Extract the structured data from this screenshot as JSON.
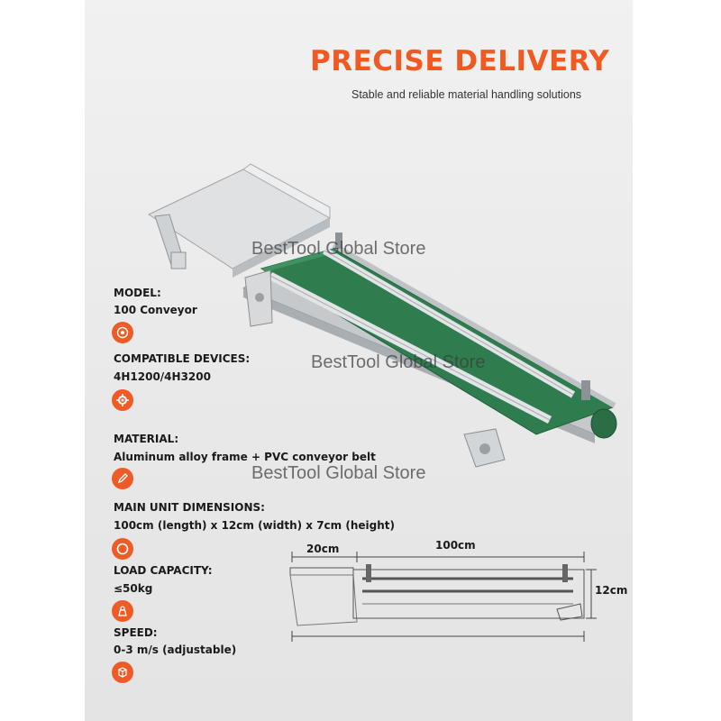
{
  "header": {
    "title": "PRECISE DELIVERY",
    "subtitle": "Stable and reliable material handling solutions"
  },
  "watermarks": [
    "BestTool Global Store",
    "BestTool Global Store",
    "BestTool Global Store"
  ],
  "specs": [
    {
      "label": "MODEL:",
      "value": "100 Conveyor",
      "icon": "target-icon"
    },
    {
      "label": "COMPATIBLE DEVICES:",
      "value": "4H1200/4H3200",
      "icon": "gear-icon"
    },
    {
      "label": "MATERIAL:",
      "value": "Aluminum alloy frame + PVC conveyor belt",
      "icon": "pencil-icon"
    },
    {
      "label": "MAIN UNIT DIMENSIONS:",
      "value": "100cm (length) x 12cm (width) x 7cm (height)",
      "icon": "circle-icon"
    },
    {
      "label": "LOAD CAPACITY:",
      "value": "≤50kg",
      "icon": "weight-icon"
    },
    {
      "label": "SPEED:",
      "value": "0-3 m/s (adjustable)",
      "icon": "box-icon"
    }
  ],
  "diagram": {
    "tray_length": "20cm",
    "belt_length": "100cm",
    "width": "12cm"
  },
  "colors": {
    "accent": "#f05a22",
    "belt": "#2f7d4f",
    "frame": "#c8cbcd"
  }
}
